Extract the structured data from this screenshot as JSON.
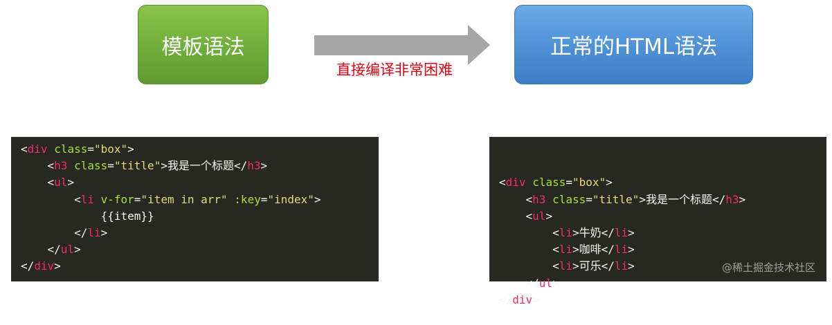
{
  "source_box": {
    "label": "模板语法",
    "color": "#6fae3a"
  },
  "target_box": {
    "label": "正常的HTML语法",
    "color": "#4d90d6"
  },
  "arrow": {
    "label": "直接编译非常困难",
    "label_color": "#e60012",
    "color": "#a6a6a6"
  },
  "code_left": {
    "lines": [
      {
        "indent": "",
        "tokens": [
          [
            "p",
            "<"
          ],
          [
            "t",
            "div"
          ],
          [
            "p",
            " "
          ],
          [
            "a",
            "class"
          ],
          [
            "p",
            "="
          ],
          [
            "s",
            "\"box\""
          ],
          [
            "p",
            ">"
          ]
        ]
      },
      {
        "indent": "    ",
        "tokens": [
          [
            "p",
            "<"
          ],
          [
            "t",
            "h3"
          ],
          [
            "p",
            " "
          ],
          [
            "a",
            "class"
          ],
          [
            "p",
            "="
          ],
          [
            "s",
            "\"title\""
          ],
          [
            "p",
            ">"
          ],
          [
            "txt",
            "我是一个标题"
          ],
          [
            "p",
            "</"
          ],
          [
            "t",
            "h3"
          ],
          [
            "p",
            ">"
          ]
        ]
      },
      {
        "indent": "    ",
        "tokens": [
          [
            "p",
            "<"
          ],
          [
            "t",
            "ul"
          ],
          [
            "p",
            ">"
          ]
        ]
      },
      {
        "indent": "        ",
        "tokens": [
          [
            "p",
            "<"
          ],
          [
            "t",
            "li"
          ],
          [
            "p",
            " "
          ],
          [
            "a",
            "v-for"
          ],
          [
            "p",
            "="
          ],
          [
            "s",
            "\"item in arr\""
          ],
          [
            "p",
            " "
          ],
          [
            "a",
            ":key"
          ],
          [
            "p",
            "="
          ],
          [
            "s",
            "\"index\""
          ],
          [
            "p",
            ">"
          ]
        ]
      },
      {
        "indent": "            ",
        "tokens": [
          [
            "txt",
            "{{item}}"
          ]
        ]
      },
      {
        "indent": "        ",
        "tokens": [
          [
            "p",
            "</"
          ],
          [
            "t",
            "li"
          ],
          [
            "p",
            ">"
          ]
        ]
      },
      {
        "indent": "    ",
        "tokens": [
          [
            "p",
            "</"
          ],
          [
            "t",
            "ul"
          ],
          [
            "p",
            ">"
          ]
        ]
      },
      {
        "indent": "",
        "tokens": [
          [
            "p",
            "</"
          ],
          [
            "t",
            "div"
          ],
          [
            "p",
            ">"
          ]
        ]
      }
    ]
  },
  "code_right": {
    "lines": [
      {
        "indent": "",
        "tokens": [
          [
            "p",
            "<"
          ],
          [
            "t",
            "div"
          ],
          [
            "p",
            " "
          ],
          [
            "a",
            "class"
          ],
          [
            "p",
            "="
          ],
          [
            "s",
            "\"box\""
          ],
          [
            "p",
            ">"
          ]
        ]
      },
      {
        "indent": "    ",
        "tokens": [
          [
            "p",
            "<"
          ],
          [
            "t",
            "h3"
          ],
          [
            "p",
            " "
          ],
          [
            "a",
            "class"
          ],
          [
            "p",
            "="
          ],
          [
            "s",
            "\"title\""
          ],
          [
            "p",
            ">"
          ],
          [
            "txt",
            "我是一个标题"
          ],
          [
            "p",
            "</"
          ],
          [
            "t",
            "h3"
          ],
          [
            "p",
            ">"
          ]
        ]
      },
      {
        "indent": "    ",
        "tokens": [
          [
            "p",
            "<"
          ],
          [
            "t",
            "ul"
          ],
          [
            "p",
            ">"
          ]
        ]
      },
      {
        "indent": "        ",
        "tokens": [
          [
            "p",
            "<"
          ],
          [
            "t",
            "li"
          ],
          [
            "p",
            ">"
          ],
          [
            "txt",
            "牛奶"
          ],
          [
            "p",
            "</"
          ],
          [
            "t",
            "li"
          ],
          [
            "p",
            ">"
          ]
        ]
      },
      {
        "indent": "        ",
        "tokens": [
          [
            "p",
            "<"
          ],
          [
            "t",
            "li"
          ],
          [
            "p",
            ">"
          ],
          [
            "txt",
            "咖啡"
          ],
          [
            "p",
            "</"
          ],
          [
            "t",
            "li"
          ],
          [
            "p",
            ">"
          ]
        ]
      },
      {
        "indent": "        ",
        "tokens": [
          [
            "p",
            "<"
          ],
          [
            "t",
            "li"
          ],
          [
            "p",
            ">"
          ],
          [
            "txt",
            "可乐"
          ],
          [
            "p",
            "</"
          ],
          [
            "t",
            "li"
          ],
          [
            "p",
            ">"
          ]
        ]
      },
      {
        "indent": "    ",
        "tokens": [
          [
            "p",
            "</"
          ],
          [
            "t",
            "ul"
          ],
          [
            "p",
            ">"
          ]
        ]
      },
      {
        "indent": "",
        "tokens": [
          [
            "p",
            "</"
          ],
          [
            "t",
            "div"
          ],
          [
            "p",
            ">"
          ]
        ]
      }
    ]
  },
  "watermark": "@稀土掘金技术社区",
  "syntax_colors": {
    "punct": "#f8f8f2",
    "tag": "#f92672",
    "attr": "#a6e22e",
    "string": "#e6db74",
    "background": "#272822"
  }
}
